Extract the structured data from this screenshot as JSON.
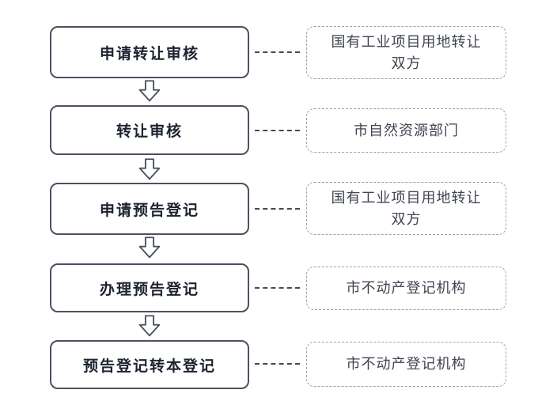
{
  "diagram": {
    "type": "flowchart",
    "colors": {
      "background": "#ffffff",
      "step_border": "#4b5160",
      "step_text": "#1c2230",
      "actor_border": "#9aa0a6",
      "actor_text": "#3f4450",
      "connector": "#444a52",
      "arrow": "#4b5160"
    },
    "steps": [
      {
        "label": "申请转让审核",
        "actor": "国有工业项目用地转让\n双方"
      },
      {
        "label": "转让审核",
        "actor": "市自然资源部门"
      },
      {
        "label": "申请预告登记",
        "actor": "国有工业项目用地转让\n双方"
      },
      {
        "label": "办理预告登记",
        "actor": "市不动产登记机构"
      },
      {
        "label": "预告登记转本登记",
        "actor": "市不动产登记机构"
      }
    ]
  }
}
